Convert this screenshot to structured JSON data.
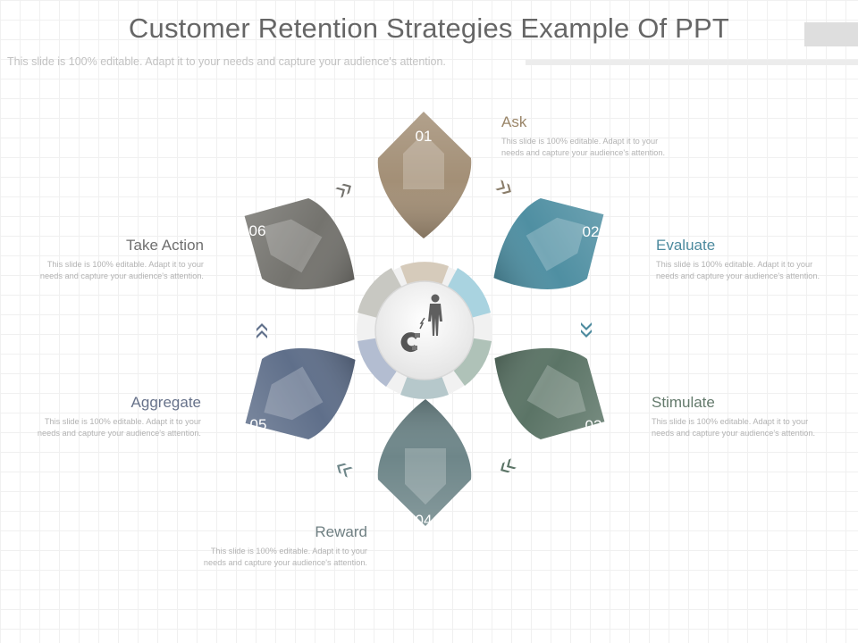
{
  "slide": {
    "title": "Customer Retention Strategies Example Of PPT",
    "subtitle": "This slide is 100% editable. Adapt it to your needs and capture your audience's attention."
  },
  "steps": [
    {
      "number": "01",
      "title": "Ask",
      "description": "This slide is 100% editable. Adapt it to your needs and capture your audience's attention.",
      "color": "#a38f76",
      "title_color": "#9a8568"
    },
    {
      "number": "02",
      "title": "Evaluate",
      "description": "This slide is 100% editable. Adapt it to your needs and capture your audience's attention.",
      "color": "#4f8fa2",
      "title_color": "#4c8a9e"
    },
    {
      "number": "03",
      "title": "Stimulate",
      "description": "This slide is 100% editable. Adapt it to your needs and capture your audience's attention.",
      "color": "#5b7466",
      "title_color": "#647a6c"
    },
    {
      "number": "04",
      "title": "Reward",
      "description": "This slide is 100% editable. Adapt it to your needs and capture your audience's attention.",
      "color": "#6e8689",
      "title_color": "#6f7f82"
    },
    {
      "number": "05",
      "title": "Aggregate",
      "description": "This slide is 100% editable. Adapt it to your needs and capture your audience's attention.",
      "color": "#5f6f8a",
      "title_color": "#67728a"
    },
    {
      "number": "06",
      "title": "Take Action",
      "description": "This slide is 100% editable. Adapt it to your needs and capture your audience's attention.",
      "color": "#74736e",
      "title_color": "#6f6f6f"
    }
  ],
  "center": {
    "icon": "customer-magnet-icon",
    "ring_colors": [
      "#d6cbbb",
      "#a9d3e0",
      "#afc2b8",
      "#b6c8cb",
      "#b3bdd1",
      "#c8c8c2"
    ]
  },
  "connectors": {
    "icon": "double-chevron-icon"
  }
}
